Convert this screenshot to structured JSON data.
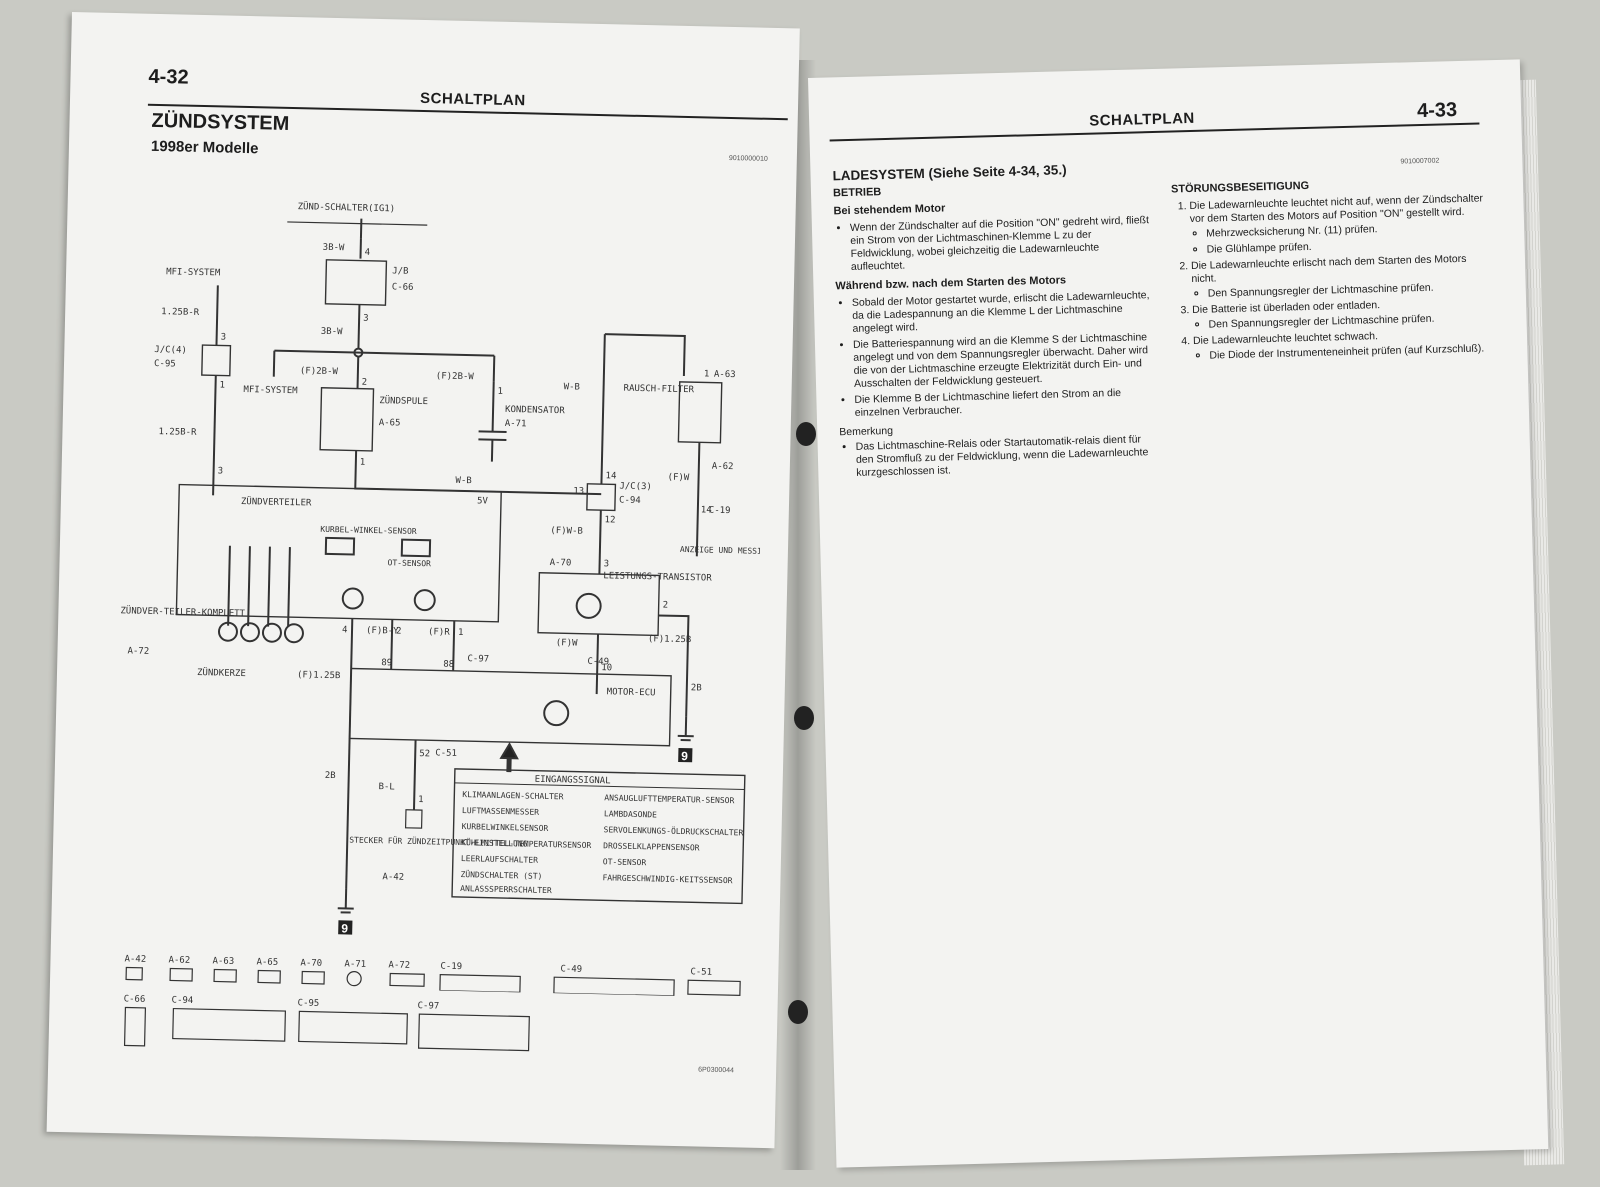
{
  "left_page": {
    "page_number": "4-32",
    "header": "SCHALTPLAN",
    "title": "ZÜNDSYSTEM",
    "subtitle": "1998er Modelle",
    "doc_code": "9010000010",
    "figure_code": "6P0300044",
    "diagram": {
      "labels": {
        "ignition_switch": "ZÜND-SCHALTER(IG1)",
        "mfi_system": "MFI-SYSTEM",
        "jb": "J/B",
        "c66": "C-66",
        "jc4": "J/C(4)",
        "c95": "C-95",
        "ignition_coil": "ZÜNDSPULE",
        "a65": "A-65",
        "capacitor": "KONDENSATOR",
        "a71": "A-71",
        "noise_filter": "RAUSCH-FILTER",
        "a63": "A-63",
        "a62": "A-62",
        "jc3": "J/C(3)",
        "c94": "C-94",
        "c19": "C-19",
        "distributor": "ZÜNDVERTEILER",
        "crank_sensor": "KURBEL-WINKEL-SENSOR",
        "tdc_sensor": "OT-SENSOR",
        "a70": "A-70",
        "power_transistor": "LEISTUNGS-TRANSISTOR",
        "gauges": "ANZEIGE UND MESSINSTRUMENTE",
        "distributor_assy": "ZÜNDVER-TEILER-KOMPLETT",
        "a72": "A-72",
        "spark_plugs": "ZÜNDKERZE",
        "c97": "C-97",
        "c49": "C-49",
        "engine_ecu": "MOTOR-ECU",
        "c51": "C-51",
        "timing_connector": "STECKER FÜR ZÜNDZEITPUNKT-EINSTELLUNG",
        "a42": "A-42",
        "input_signal": "EINGANGSSIGNAL",
        "ground": "9"
      },
      "wire_labels": [
        "3B-W",
        "3B-W",
        "1.25B-R",
        "1.25B-R",
        "(F)2B-W",
        "(F)2B-W",
        "W-B",
        "W-B",
        "(F)W-B",
        "(F)W",
        "(F)W",
        "(F)1.25B",
        "(F)B-Y",
        "(F)R",
        "(F)1.25B",
        "2B",
        "2B",
        "B-L",
        "5V"
      ],
      "pin_numbers": [
        "4",
        "3",
        "3",
        "1",
        "3",
        "2",
        "1",
        "1",
        "14",
        "13",
        "12",
        "3",
        "2",
        "1",
        "4",
        "2",
        "1",
        "89",
        "88",
        "10",
        "52",
        "1",
        "14"
      ],
      "input_signals_left": [
        "KLIMAANLAGEN-SCHALTER",
        "LUFTMASSENMESSER",
        "KURBELWINKELSENSOR",
        "KÜHLMITTEL-TEMPERATURSENSOR",
        "LEERLAUFSCHALTER",
        "ZÜNDSCHALTER (ST)",
        "ANLASSSPERRSCHALTER"
      ],
      "input_signals_right": [
        "ANSAUGLUFTTEMPERATUR-SENSOR",
        "LAMBDASONDE",
        "SERVOLENKUNGS-ÖLDRUCKSCHALTER",
        "DROSSELKLAPPENSENSOR",
        "OT-SENSOR",
        "FAHRGESCHWINDIG-KEITSSENSOR"
      ],
      "connectors_row1": [
        "A-42",
        "A-62",
        "A-63",
        "A-65",
        "A-70",
        "A-71",
        "A-72",
        "C-19",
        "C-49",
        "C-51"
      ],
      "connectors_row2": [
        "C-66",
        "C-94",
        "C-95",
        "C-97"
      ]
    }
  },
  "right_page": {
    "page_number": "4-33",
    "header": "SCHALTPLAN",
    "doc_code": "9010007002",
    "section_title": "LADESYSTEM (Siehe Seite 4-34, 35.)",
    "betrieb": "BETRIEB",
    "stationary_heading": "Bei stehendem Motor",
    "stationary_bullets": [
      "Wenn der Zündschalter auf die Position \"ON\" gedreht wird, fließt ein Strom von der Lichtmaschinen-Klemme L zu der Feldwicklung, wobei gleichzeitig die Ladewarnleuchte aufleuchtet."
    ],
    "running_heading": "Während bzw. nach dem Starten des Motors",
    "running_bullets": [
      "Sobald der Motor gestartet wurde, erlischt die Ladewarnleuchte, da die Ladespannung an die Klemme L der Lichtmaschine angelegt wird.",
      "Die Batteriespannung wird an die Klemme S der Lichtmaschine angelegt und von dem Spannungsregler überwacht. Daher wird die von der Lichtmaschine erzeugte Elektrizität durch Ein- und Ausschalten der Feldwicklung gesteuert.",
      "Die Klemme B der Lichtmaschine liefert den Strom an die einzelnen Verbraucher."
    ],
    "note_label": "Bemerkung",
    "note_bullets": [
      "Das Lichtmaschine-Relais oder Startautomatik-relais dient für den Stromfluß zu der Feldwicklung, wenn die Ladewarnleuchte kurzgeschlossen ist."
    ],
    "troubleshooting_heading": "STÖRUNGSBESEITIGUNG",
    "troubleshooting": [
      {
        "symptom": "Die Ladewarnleuchte leuchtet nicht auf, wenn der Zündschalter vor dem Starten des Motors auf Position \"ON\" gestellt wird.",
        "checks": [
          "Mehrzwecksicherung Nr. (11) prüfen.",
          "Die Glühlampe prüfen."
        ]
      },
      {
        "symptom": "Die Ladewarnleuchte erlischt nach dem Starten des Motors nicht.",
        "checks": [
          "Den Spannungsregler der Lichtmaschine prüfen."
        ]
      },
      {
        "symptom": "Die Batterie ist überladen oder entladen.",
        "checks": [
          "Den Spannungsregler der Lichtmaschine prüfen."
        ]
      },
      {
        "symptom": "Die Ladewarnleuchte leuchtet schwach.",
        "checks": [
          "Die Diode der Instrumenteneinheit prüfen (auf Kurzschluß)."
        ]
      }
    ]
  }
}
